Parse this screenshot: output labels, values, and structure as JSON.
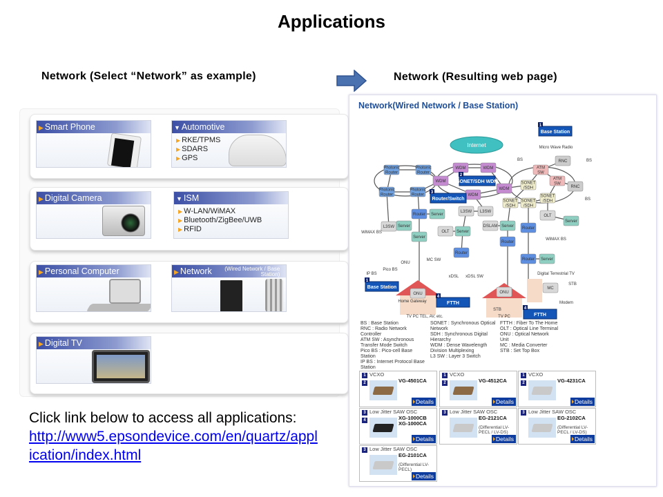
{
  "title": "Applications",
  "left_heading": "Network (Select “Network” as example)",
  "right_heading": "Network (Resulting web page)",
  "arrow_color": "#4a72b0",
  "categories": [
    {
      "label": "Smart Phone",
      "items": []
    },
    {
      "label": "Automotive",
      "items": [
        "RKE/TPMS",
        "SDARS",
        "GPS"
      ]
    },
    {
      "label": "Digital Camera",
      "items": []
    },
    {
      "label": "ISM",
      "items": [
        "W-LAN/WiMAX",
        "Bluetooth/ZigBee/UWB",
        "RFID"
      ]
    },
    {
      "label": "Personal Computer",
      "items": []
    },
    {
      "label": "Network",
      "sublabel": "(Wired Network / Base Station)",
      "items": []
    },
    {
      "label": "Digital TV",
      "items": []
    }
  ],
  "note": {
    "text": "Click link below to access all applications:",
    "link": "http://www5.epsondevice.com/en/quartz/application/index.html"
  },
  "webpage": {
    "title": "Network(Wired Network / Base Station)",
    "diagram": {
      "callouts": [
        {
          "num": "1",
          "label": "Base Station"
        },
        {
          "num": "2",
          "label": "SONET/SDH WDM"
        },
        {
          "num": "3",
          "label": "Router/Switch"
        },
        {
          "num": "1",
          "label": "Base Station"
        },
        {
          "num": "4",
          "label": "FTTH"
        },
        {
          "num": "4",
          "label": "FTTH"
        }
      ],
      "cloud": "Internet",
      "nodes": [
        "Photonic Router",
        "Photonic Router",
        "Photonic Router",
        "Photonic Router",
        "WDM",
        "WDM",
        "WDM",
        "WDM",
        "WDM",
        "ATM SW",
        "ATM SW",
        "RNC",
        "RNC",
        "SONET /SDH",
        "SONET /SDH",
        "SONET /SDH",
        "SONET /SDH",
        "L3SW",
        "L3SW",
        "L3SW",
        "Router",
        "Server",
        "Server",
        "Server",
        "OLT",
        "Server",
        "Router",
        "DSLAM",
        "Server",
        "Router",
        "OLT",
        "Router",
        "Server",
        "Router",
        "Server",
        "MC",
        "ONU",
        "ONU"
      ],
      "labels": [
        "BS",
        "BS",
        "BS",
        "Micro Wave Radio",
        "WiMAX BS",
        "WiMAX BS",
        "IP BS",
        "Pico BS",
        "ONU",
        "MC SW",
        "xDSL",
        "xDSL SW",
        "Home Gateway",
        "TV  PC  TEL, AV, etc.",
        "STB",
        "TV    PC",
        "Digital Terrestrial TV",
        "STB",
        "Modem"
      ]
    },
    "legend": [
      [
        "BS : Base Station",
        "RNC : Radio Network Controller",
        "ATM SW : Asynchronous Transfer Mode Switch",
        "Pico BS : Pico-cell Base Station",
        "IP BS : Internet Protocol Base Station"
      ],
      [
        "SONET : Synchronous Optical Network",
        "SDH : Synchronous Digital Hierarchy",
        "WDM : Dense Wavelength Division Multiplexing",
        "L3 SW : Layer 3 Switch"
      ],
      [
        "FTTH : Fiber To The Home",
        "OLT : Optical Line Terminal",
        "ONU : Optical Network Unit",
        "MC : Media Converter",
        "STB : Set Top Box"
      ]
    ],
    "products": [
      {
        "nums": [
          "1",
          "2"
        ],
        "category": "VCXO",
        "name": [
          "VG-4501CA"
        ],
        "desc": "",
        "button": "Details",
        "chip": "#8b6a45"
      },
      {
        "nums": [
          "1",
          "2"
        ],
        "category": "VCXO",
        "name": [
          "VG-4512CA"
        ],
        "desc": "",
        "button": "Details",
        "chip": "#8b6a45"
      },
      {
        "nums": [
          "1",
          "2"
        ],
        "category": "VCXO",
        "name": [
          "VG-4231CA"
        ],
        "desc": "",
        "button": "Details",
        "chip": "#c9c9c9"
      },
      {
        "nums": [
          "3",
          "4"
        ],
        "category": "Low Jitter SAW OSC",
        "name": [
          "XG-1000CB",
          "XG-1000CA"
        ],
        "desc": "",
        "button": "Details",
        "chip": "#222222"
      },
      {
        "nums": [
          "3"
        ],
        "category": "Low Jitter SAW OSC",
        "name": [
          "EG-2121CA"
        ],
        "desc": "(Differential LV-PECL / LV-DS)",
        "button": "Details",
        "chip": "#c9c9c9"
      },
      {
        "nums": [
          "3"
        ],
        "category": "Low Jitter SAW OSC",
        "name": [
          "EG-2102CA"
        ],
        "desc": "(Differential LV-PECL / LV-DS)",
        "button": "Details",
        "chip": "#c9c9c9"
      },
      {
        "nums": [
          "3"
        ],
        "category": "Low Jitter SAW OSC",
        "name": [
          "EG-2101CA"
        ],
        "desc": "(Differential LV-PECL)",
        "button": "Details",
        "chip": "#c9c9c9"
      }
    ]
  }
}
